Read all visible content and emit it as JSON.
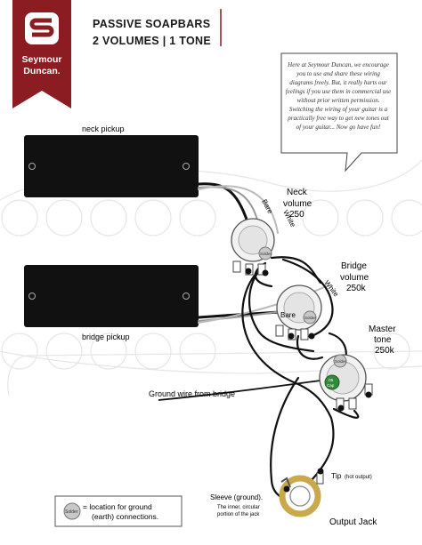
{
  "brand": {
    "line1": "Seymour",
    "line2": "Duncan.",
    "color": "#8a1c22"
  },
  "header": {
    "title_line1": "PASSIVE SOAPBARS",
    "title_line2": "2 VOLUMES | 1 TONE"
  },
  "note": {
    "text": "Here at Seymour Duncan, we encourage you to use and share these wiring diagrams freely. But, it really hurts our feelings if you use them in commercial use without prior written permission. Switching the wiring of your guitar is a practically free way to get new tones out of your guitar... Now go have fun!"
  },
  "labels": {
    "neck_pickup": "neck pickup",
    "bridge_pickup": "bridge pickup",
    "neck_volume_1": "Neck",
    "neck_volume_2": "volume",
    "neck_volume_3": "250",
    "bridge_volume_1": "Bridge",
    "bridge_volume_2": "volume",
    "bridge_volume_3": "250k",
    "master_tone_1": "Master",
    "master_tone_2": "tone",
    "master_tone_3": "250k",
    "ground_wire": "Ground wire from bridge",
    "bare_1": "Bare",
    "white_1": "White",
    "bare_2": "Bare",
    "white_2": "White",
    "solder": "Solder",
    "cap": ".05",
    "cap2": "Cap",
    "tip": "Tip",
    "tip_note": "(hot output)",
    "sleeve_1": "Sleeve (ground).",
    "sleeve_2": "The inner, circular",
    "sleeve_3": "portion of the jack",
    "output_jack": "Output Jack",
    "legend_1": "= location for ground",
    "legend_2": "(earth) connections."
  },
  "colors": {
    "pickup": "#111111",
    "pot": "#f2f2f2",
    "solder": "#c8c8c8",
    "capacitor": "#2e8b3a",
    "jack_ring": "#c9a94b"
  }
}
